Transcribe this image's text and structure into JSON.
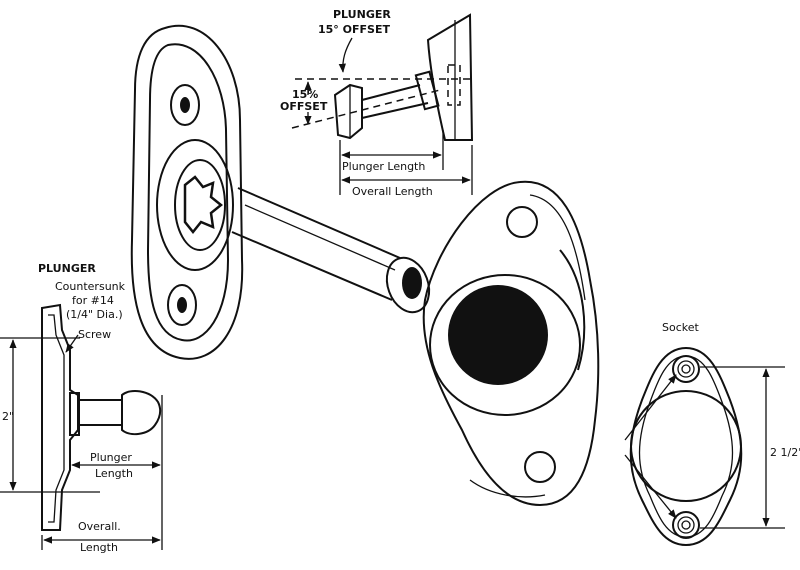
{
  "offset_detail": {
    "title_line1": "PLUNGER",
    "title_line2": "15° OFFSET",
    "angle_line1": "15%",
    "angle_line2": "OFFSET",
    "plunger_length": "Plunger Length",
    "overall_length": "Overall Length"
  },
  "plunger_detail": {
    "title": "PLUNGER",
    "note_line1": "Countersunk",
    "note_line2": "for #14",
    "note_line3": "(1/4\" Dia.)",
    "note_line4": "Screw",
    "height_dim": "2\"",
    "plunger_length_line1": "Plunger",
    "plunger_length_line2": "Length",
    "overall_length_line1": "Overall.",
    "overall_length_line2": "Length"
  },
  "socket_detail": {
    "title": "Socket",
    "height_dim": "2 1/2\""
  }
}
